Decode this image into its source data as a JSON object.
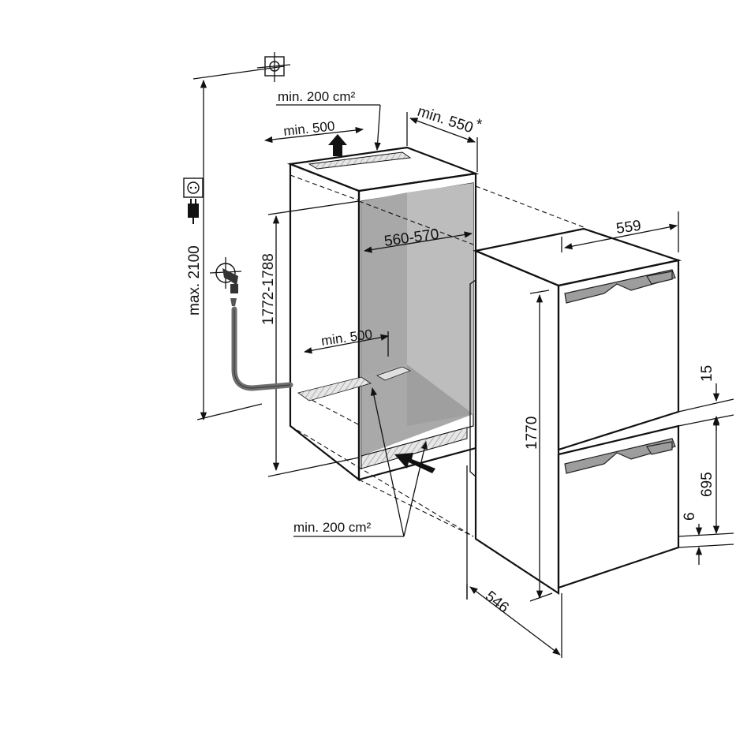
{
  "dimensions": {
    "max_height": "max. 2100",
    "niche_height": "1772-1788",
    "niche_width": "560-570",
    "niche_depth": "min. 550",
    "niche_depth_mark": "*",
    "top_vent_area": "min. 200 cm²",
    "top_vent_depth": "min. 500",
    "floor_depth": "min. 500",
    "bottom_vent_area": "min. 200 cm²",
    "appliance_width": "559",
    "appliance_height": "1770",
    "appliance_depth": "546",
    "gap_top": "15",
    "door_lower_height": "695",
    "gap_bottom": "6"
  },
  "icons": {
    "top_connection": "water-connection-icon",
    "socket": "power-socket-icon",
    "plug": "power-plug-icon",
    "water_tap": "water-tap-icon"
  },
  "colors": {
    "line": "#111111",
    "niche_back": "#bdbdbd",
    "hose": "#6e6e6e",
    "handle": "#9d9d9d"
  }
}
